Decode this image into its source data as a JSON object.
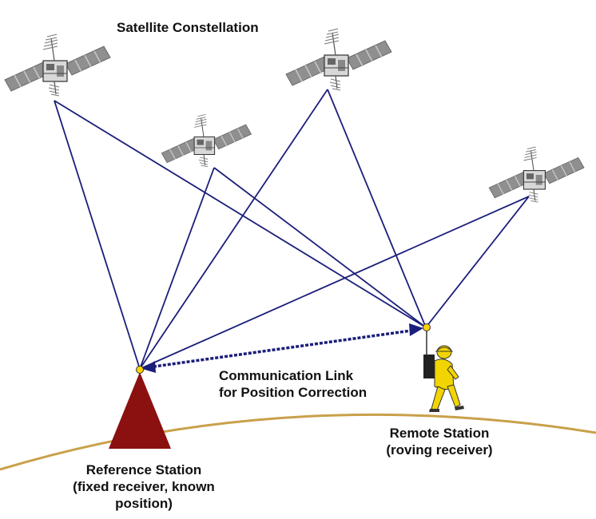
{
  "title": "Satellite Constellation",
  "communication_link": {
    "line1": "Communication Link",
    "line2": "for Position Correction"
  },
  "remote_station": {
    "line1": "Remote Station",
    "line2": "(roving receiver)"
  },
  "reference_station": {
    "line1": "Reference Station",
    "line2": "(fixed receiver, known",
    "line3": "position)"
  },
  "colors": {
    "signal_line": "#1b1e7a",
    "reference_triangle": "#8b1010",
    "ground_curve": "#c9a04a",
    "antenna_point": "#ffd400",
    "surveyor": "#f2d500",
    "satellite_panel": "#9a9a9a"
  }
}
